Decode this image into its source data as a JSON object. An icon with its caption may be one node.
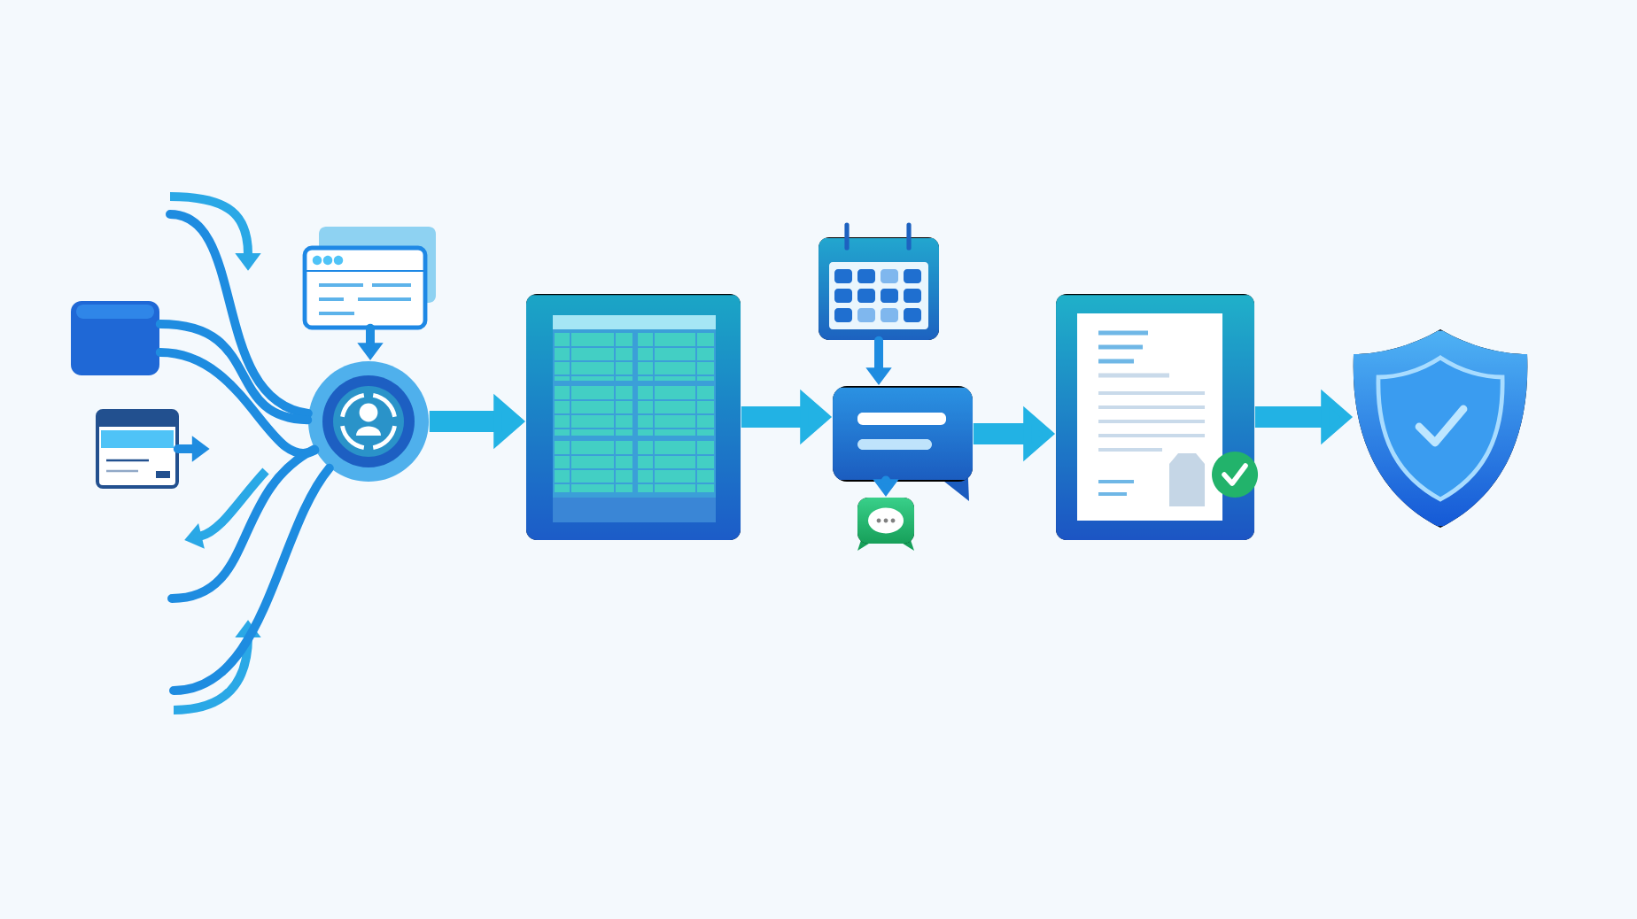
{
  "diagram": {
    "nodes": [
      {
        "text": [],
        "shape": "box"
      },
      {
        "text": [],
        "shape": "picture"
      },
      {
        "text": [],
        "shape": "picture"
      },
      {
        "text": [],
        "shape": "circle"
      },
      {
        "text": [],
        "shape": "picture"
      },
      {
        "text": [],
        "shape": "picture"
      },
      {
        "text": [],
        "shape": "picture"
      },
      {
        "text": [],
        "shape": "picture"
      },
      {
        "text": [],
        "shape": "picture"
      },
      {
        "text": [],
        "shape": "picture"
      }
    ],
    "edges": [
      {
        "from": null,
        "to": 3,
        "arrow": "none"
      },
      {
        "from": 0,
        "to": 3,
        "arrow": "none"
      },
      {
        "from": 0,
        "to": 3,
        "arrow": "none"
      },
      {
        "from": 1,
        "to": null,
        "arrow": "to"
      },
      {
        "from": null,
        "to": 3,
        "arrow": "none"
      },
      {
        "from": null,
        "to": 3,
        "arrow": "none"
      },
      {
        "from": 2,
        "to": 3,
        "arrow": "to"
      },
      {
        "from": 3,
        "to": 4,
        "arrow": "to",
        "style": "thick"
      },
      {
        "from": 4,
        "to": 6,
        "arrow": "to",
        "style": "thick"
      },
      {
        "from": 5,
        "to": 6,
        "arrow": "to"
      },
      {
        "from": 6,
        "to": 7,
        "arrow": "to"
      },
      {
        "from": 6,
        "to": 8,
        "arrow": "to",
        "style": "thick"
      },
      {
        "from": 8,
        "to": 9,
        "arrow": "to",
        "style": "thick"
      }
    ]
  }
}
